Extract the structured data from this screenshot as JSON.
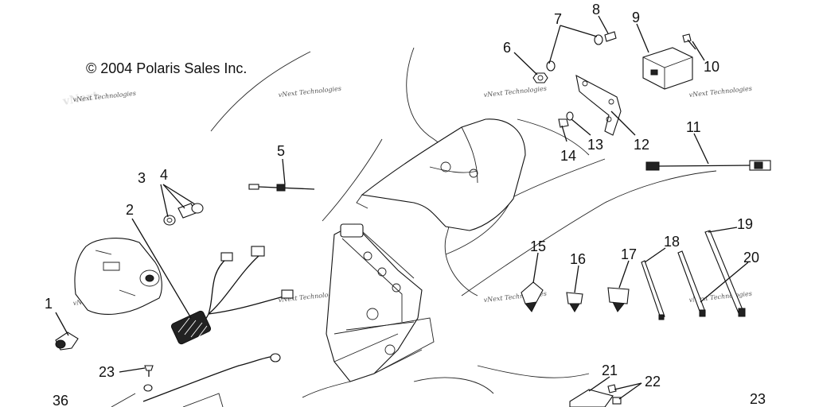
{
  "copyright": "© 2004 Polaris Sales Inc.",
  "watermark": "vNext Technologies",
  "callouts": [
    "1",
    "2",
    "3",
    "4",
    "5",
    "6",
    "7",
    "8",
    "9",
    "10",
    "11",
    "12",
    "13",
    "14",
    "15",
    "16",
    "17",
    "18",
    "19",
    "20",
    "21",
    "22",
    "23",
    "23",
    "36"
  ]
}
